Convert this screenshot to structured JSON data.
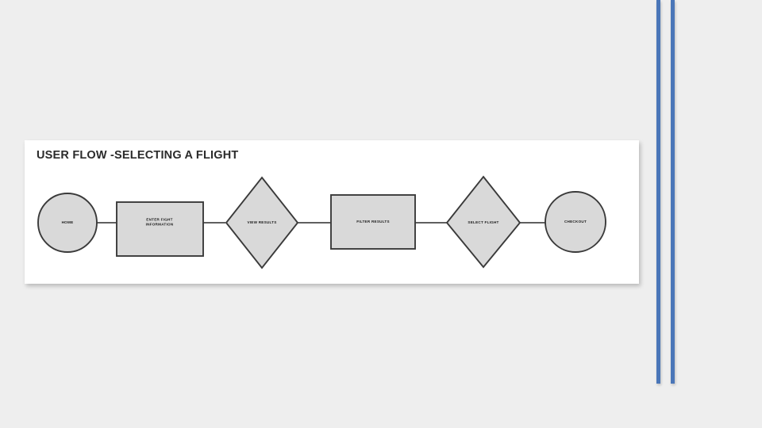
{
  "slide": {
    "background_color": "#eeeeee",
    "panel": {
      "background_color": "#ffffff",
      "title": "USER FLOW -SELECTING A FLIGHT"
    },
    "accent_rules": {
      "color": "#4a76b8",
      "count": 2
    }
  },
  "diagram": {
    "type": "flowchart",
    "orientation": "left-to-right",
    "shape_fill": "#d9d9d9",
    "shape_stroke": "#3a3a3a",
    "connector_color": "#2b2b2b",
    "nodes": [
      {
        "id": "home",
        "shape": "circle",
        "label": "HOME"
      },
      {
        "id": "enter-info",
        "shape": "rectangle",
        "label": "ENTER FIGHT\nINFORMATION"
      },
      {
        "id": "view",
        "shape": "diamond",
        "label": "VIEW RESULTS"
      },
      {
        "id": "filter",
        "shape": "rectangle",
        "label": "FILTER RESULTS"
      },
      {
        "id": "select",
        "shape": "diamond",
        "label": "SELECT FLIGHT"
      },
      {
        "id": "checkout",
        "shape": "circle",
        "label": "CHECKOUT"
      }
    ],
    "edges": [
      {
        "from": "home",
        "to": "enter-info"
      },
      {
        "from": "enter-info",
        "to": "view"
      },
      {
        "from": "view",
        "to": "filter"
      },
      {
        "from": "filter",
        "to": "select"
      },
      {
        "from": "select",
        "to": "checkout"
      }
    ]
  }
}
